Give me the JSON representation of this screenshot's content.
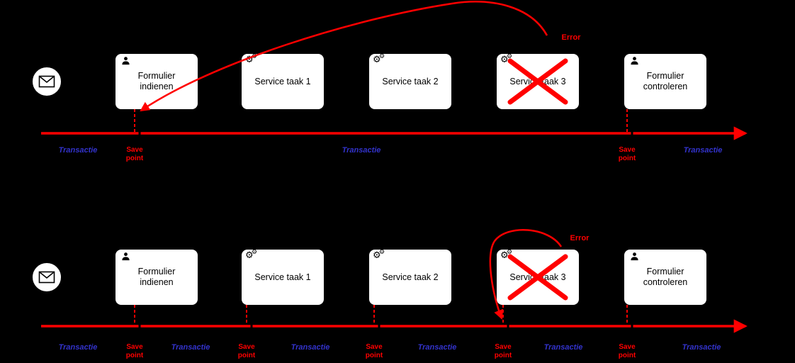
{
  "diagram_title": "BPMN transaction save point scenarios",
  "colors": {
    "background": "#000000",
    "red": "#FF0000",
    "transactie_blue": "#3333CC",
    "box_bg": "#FFFFFF",
    "box_border": "#000000"
  },
  "icons": {
    "gear": "⚙",
    "start_event": "message-envelope-icon",
    "user_task": "person-icon"
  },
  "rows": [
    {
      "name": "scenario-two-savepoints",
      "tasks": [
        {
          "label": "Formulier indienen",
          "icon": "user"
        },
        {
          "label": "Service taak 1",
          "icon": "service"
        },
        {
          "label": "Service taak 2",
          "icon": "service"
        },
        {
          "label": "Service taak 3",
          "icon": "service",
          "crossed_out": true
        },
        {
          "label": "Formulier controleren",
          "icon": "user"
        }
      ],
      "error_label": "Error",
      "save_points": [
        "Save point",
        "Save point"
      ],
      "transacties": [
        "Transactie",
        "Transactie",
        "Transactie"
      ]
    },
    {
      "name": "scenario-savepoint-per-task",
      "tasks": [
        {
          "label": "Formulier indienen",
          "icon": "user"
        },
        {
          "label": "Service taak 1",
          "icon": "service"
        },
        {
          "label": "Service taak 2",
          "icon": "service"
        },
        {
          "label": "Service taak 3",
          "icon": "service",
          "crossed_out": true
        },
        {
          "label": "Formulier controleren",
          "icon": "user"
        }
      ],
      "error_label": "Error",
      "save_points": [
        "Save point",
        "Save point",
        "Save point",
        "Save point",
        "Save point"
      ],
      "transacties": [
        "Transactie",
        "Transactie",
        "Transactie",
        "Transactie",
        "Transactie",
        "Transactie"
      ]
    }
  ]
}
